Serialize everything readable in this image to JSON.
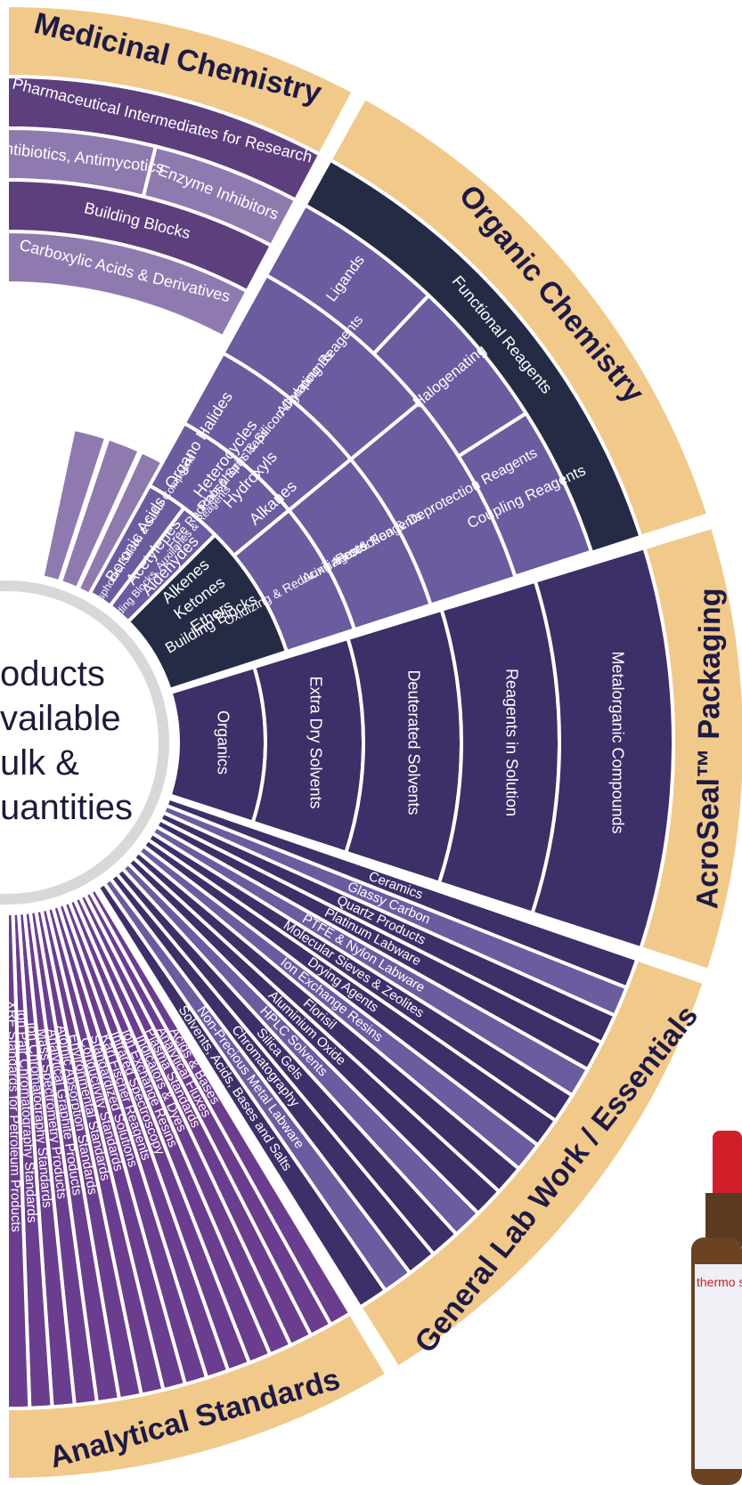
{
  "center": {
    "lines": [
      "oducts",
      "vailable",
      "ulk &",
      "uantities"
    ]
  },
  "categories": [
    {
      "name": "Medicinal Chemistry",
      "start": -90,
      "end": -62
    },
    {
      "name": "Organic Chemistry",
      "start": -61,
      "end": -18
    },
    {
      "name": "AcroSeal™ Packaging",
      "start": -17,
      "end": 18
    },
    {
      "name": "General Lab Work / Essentials",
      "start": 19,
      "end": 58
    },
    {
      "name": "Analytical Standards",
      "start": 59,
      "end": 90
    }
  ],
  "medicinal_rings": [
    {
      "items": [
        "Pharmaceutical Intermediates for Research"
      ],
      "color": "#5e3f7d"
    },
    {
      "items": [
        "Antibiotics, Antimycotics",
        "Enzyme Inhibitors"
      ],
      "color": "#8f7ab0"
    },
    {
      "items": [
        "Building Blocks"
      ],
      "color": "#5e3f7d"
    },
    {
      "items": [
        "Carboxylic Acids & Derivatives"
      ],
      "color": "#8f7ab0"
    }
  ],
  "medicinal_small": [
    {
      "a": "Boronic Acids",
      "b": "Organo Halides"
    },
    {
      "a": "Acetylenes",
      "b": "Heterocycles"
    },
    {
      "a": "Aldehydes",
      "b": "Hydroxyls"
    },
    {
      "a": "Alkenes",
      "b": "Alkanes"
    },
    {
      "a": "Ketones",
      "b": ""
    },
    {
      "a": "Ethers",
      "b": ""
    }
  ],
  "organic": {
    "outer_band": "Functional Reagents",
    "outer_items": [
      "Ligands",
      "Halogenating",
      "Coupling Reagents"
    ],
    "mid_items": [
      "Alkylating Reagents",
      "Protection & Deprotection Reagents"
    ],
    "inner_items": [
      "Phosphorus & Silicon Compounds",
      "Auxiliaries & Reagents"
    ],
    "core_items": [
      "Free Radicals & Spin Traps",
      "Oxidizing & Reducing Agents"
    ],
    "building_band": "Building Blocks",
    "building_items": [
      "Boron, Phosphorus, Silicon & Sulfur Compound",
      "Chiral Building Blocks, Auxiliaries & Reagents"
    ]
  },
  "acroseal_rings": [
    "Organics",
    "Extra Dry Solvents",
    "Deuterated Solvents",
    "Reagents in Solution",
    "Metalorganic Compounds"
  ],
  "general_items": [
    "Ceramics",
    "Glassy Carbon",
    "Quartz Products",
    "Platinum Labware",
    "PTFE & Nylon Labware",
    "Molecular Sieves & Zeolites",
    "Drying Agents",
    "Ion Exchange Resins",
    "Florisil",
    "Aluminium Oxide",
    "HPLC Solvents",
    "Silica Gels",
    "Chromatography",
    "Non-Precious Metal Labware",
    "Solvents, Acids, Bases and Salts"
  ],
  "analytical_items": [
    "Acids & Bases",
    "Analytical Fluxes",
    "Plasma Standards",
    "Indicators & Dyes",
    "Ion Exchange Resins",
    "Infrared Spectroscopy",
    "Karl Fischer Reagents",
    "Standardized Solutions",
    "Conductivity Standards",
    "Environmental Standards",
    "Atomic Absorption Standards",
    "Analytical Graphite Products",
    "Mass Spectrometry Products",
    "Ion Chromatography Standards",
    "Ion Pair Chromatography Standards",
    "XRF Standards for Petroleum Products"
  ],
  "colors": {
    "gold": "#f1c98b",
    "dark_navy": "#262b45",
    "purple_dark": "#3d2f68",
    "purple_mid": "#6b5ca0",
    "purple_light": "#8f7ab0",
    "magenta": "#6b3d8e"
  },
  "bottle": {
    "label": "thermo s"
  }
}
